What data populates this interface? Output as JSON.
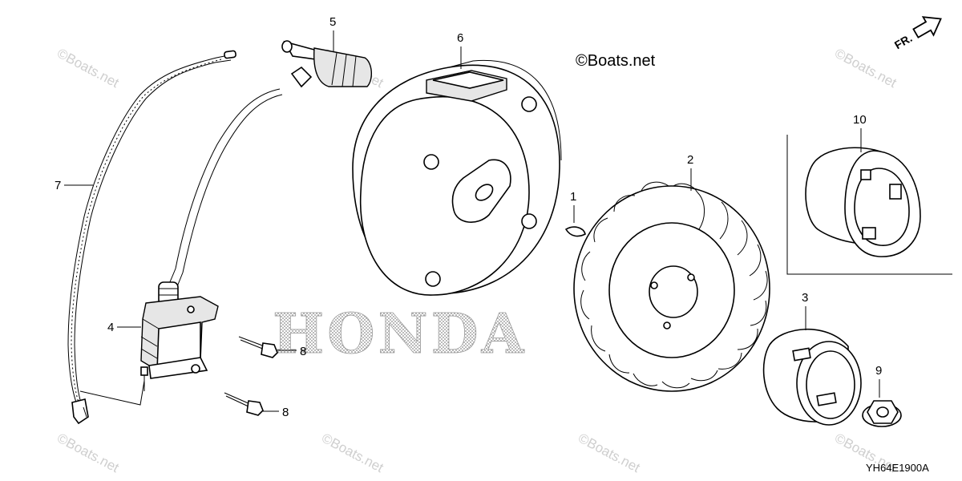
{
  "diagram": {
    "copyright": "©Boats.net",
    "watermark": "©Boats.net",
    "brand_watermark": "HONDA",
    "front_indicator": "FR.",
    "diagram_code": "YH64E1900A",
    "callouts": {
      "c1": "1",
      "c2": "2",
      "c3": "3",
      "c4": "4",
      "c5": "5",
      "c6": "6",
      "c7": "7",
      "c8a": "8",
      "c8b": "8",
      "c9": "9",
      "c10": "10"
    }
  }
}
